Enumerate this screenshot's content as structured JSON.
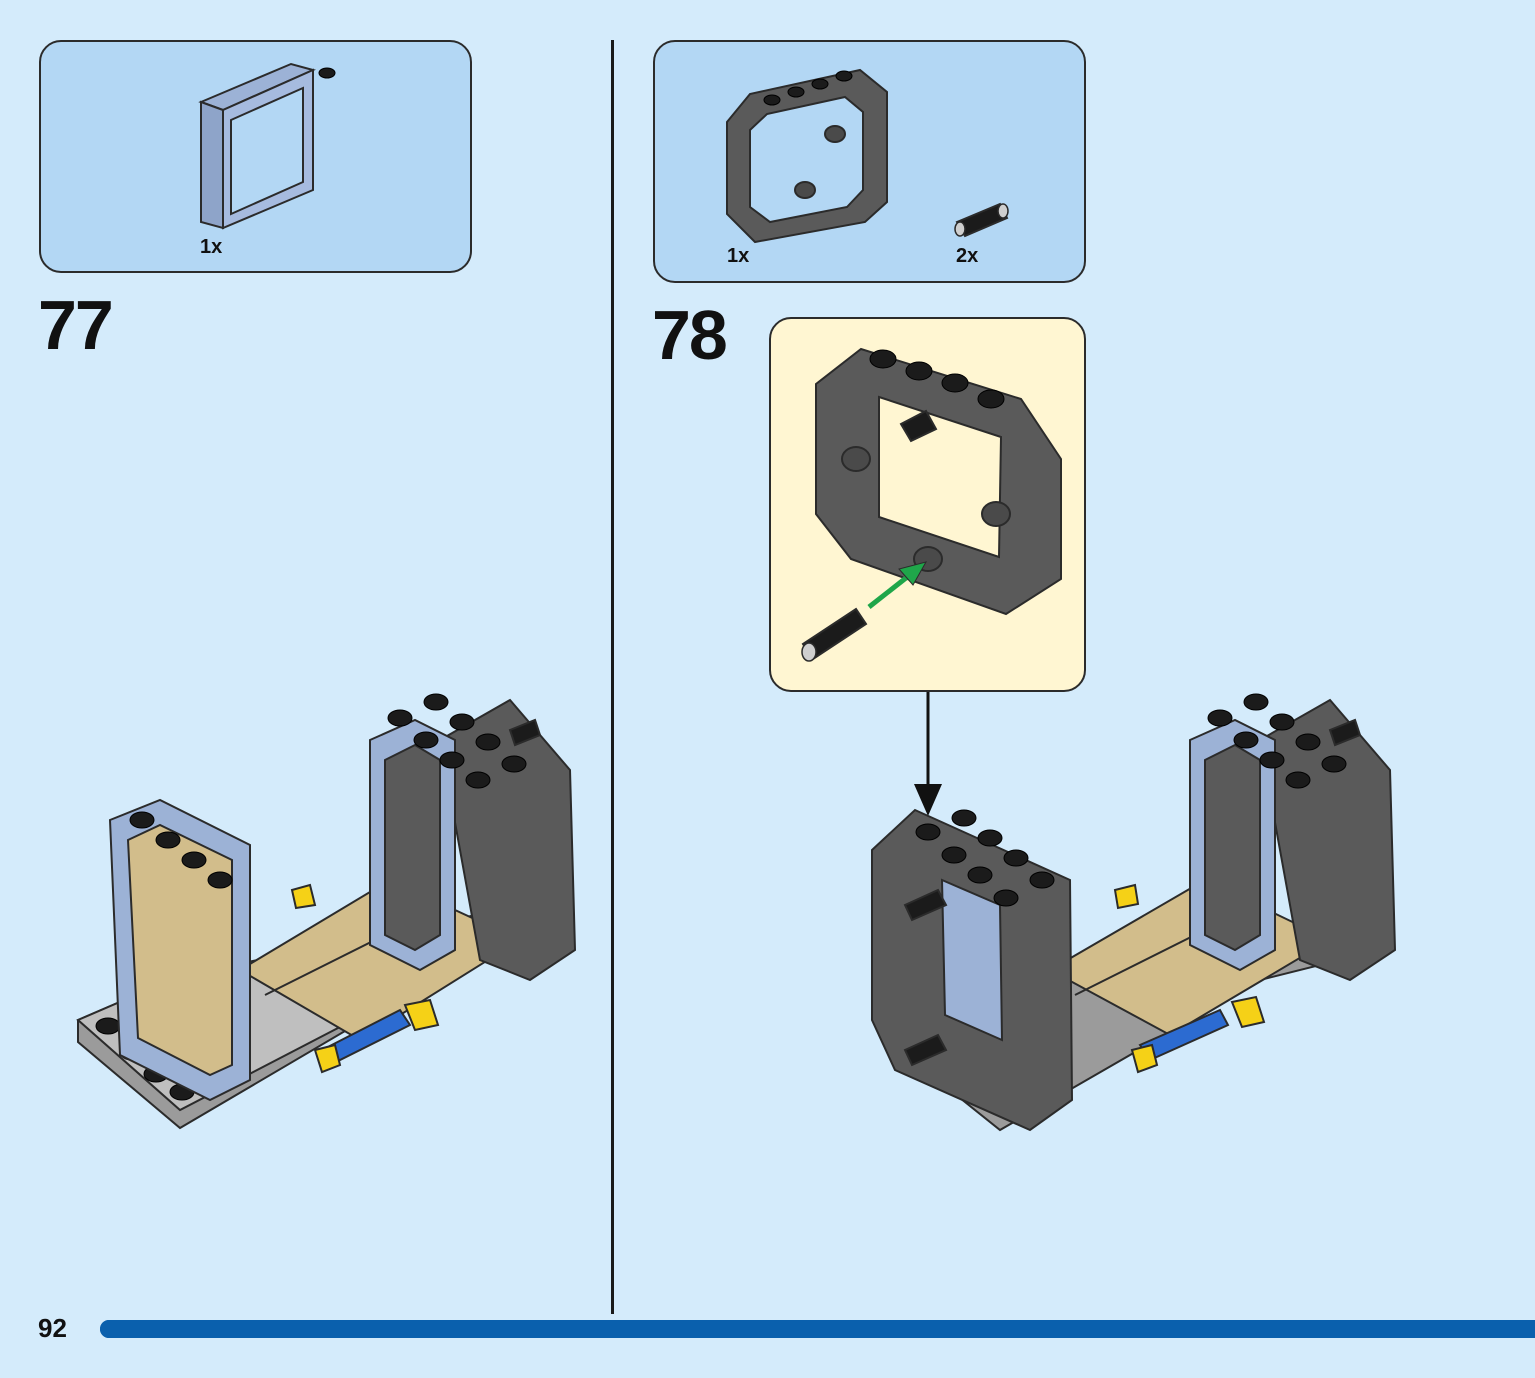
{
  "page_number": "92",
  "progress": 1.0,
  "colors": {
    "background": "#d4ebfb",
    "parts_box": "#b3d7f4",
    "callout": "#fff6d2",
    "progress_bar": "#0a60ad",
    "arrow_green": "#1fa64a"
  },
  "steps": [
    {
      "number": "77",
      "parts": [
        {
          "qty": "1x",
          "icon": "window-frame-icon"
        }
      ]
    },
    {
      "number": "78",
      "parts": [
        {
          "qty": "1x",
          "icon": "octagonal-frame-icon"
        },
        {
          "qty": "2x",
          "icon": "technic-pin-icon"
        }
      ]
    }
  ]
}
